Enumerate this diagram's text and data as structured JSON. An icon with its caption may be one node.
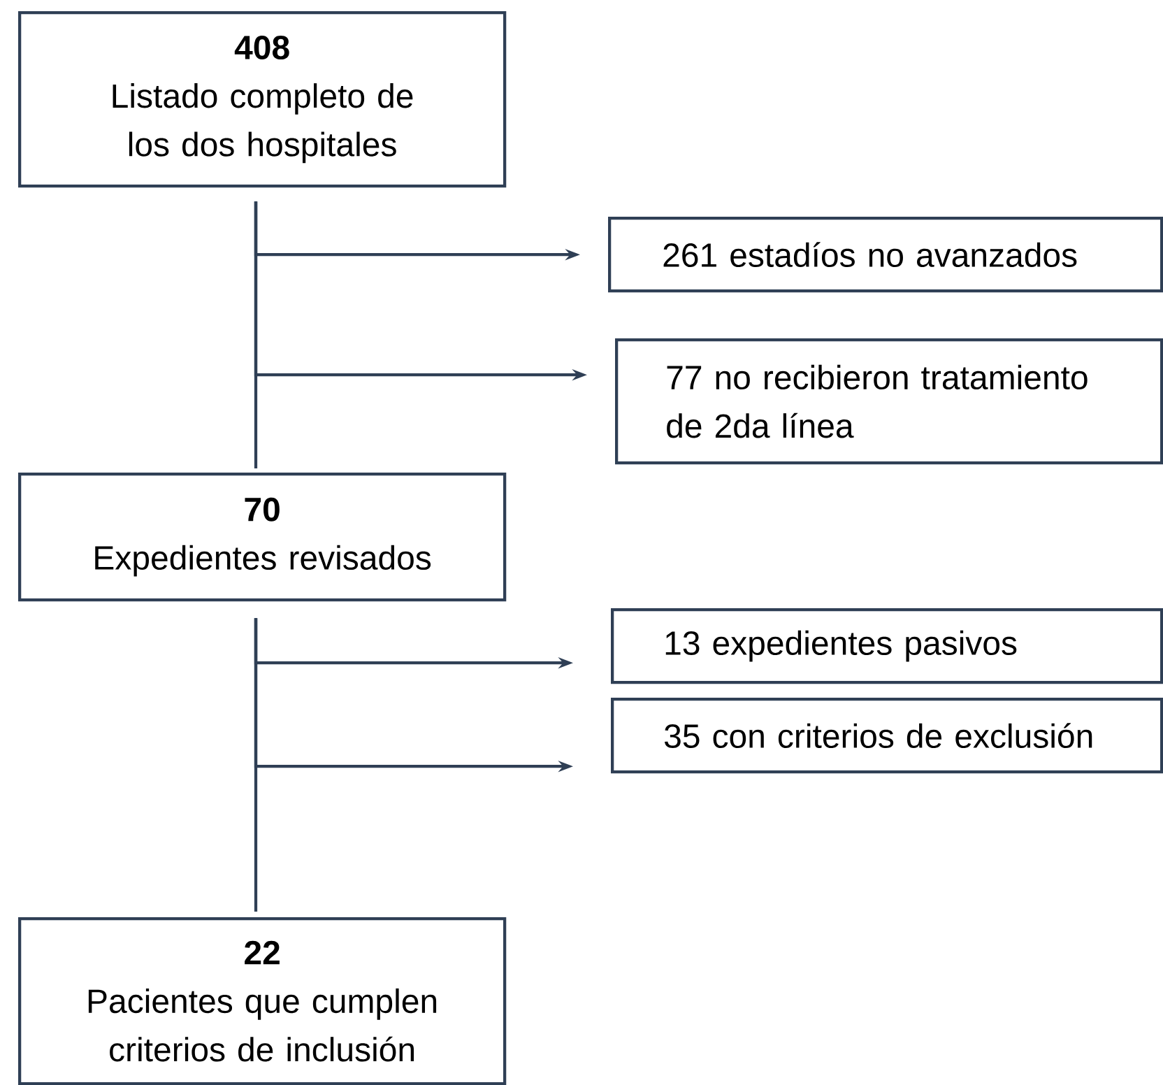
{
  "diagram": {
    "nodes": [
      {
        "text": [
          "408",
          "Listado completo de los dos hospitales"
        ]
      },
      {
        "text": [
          "261 estadíos no avanzados"
        ]
      },
      {
        "text": [
          "77 no recibieron tratamiento de 2da línea"
        ]
      },
      {
        "text": [
          "70",
          "Expedientes revisados"
        ]
      },
      {
        "text": [
          "13 expedientes pasivos"
        ]
      },
      {
        "text": [
          "35 con criterios de exclusión"
        ]
      },
      {
        "text": [
          "22",
          "Pacientes que cumplen criterios de inclusión"
        ]
      }
    ],
    "edges": [
      {
        "from": 0,
        "to": 1,
        "arrow": "to"
      },
      {
        "from": 0,
        "to": 2,
        "arrow": "to"
      },
      {
        "from": 0,
        "to": 3,
        "arrow": "none"
      },
      {
        "from": 3,
        "to": 4,
        "arrow": "to"
      },
      {
        "from": 3,
        "to": 5,
        "arrow": "to"
      },
      {
        "from": 3,
        "to": 6,
        "arrow": "none"
      }
    ]
  }
}
